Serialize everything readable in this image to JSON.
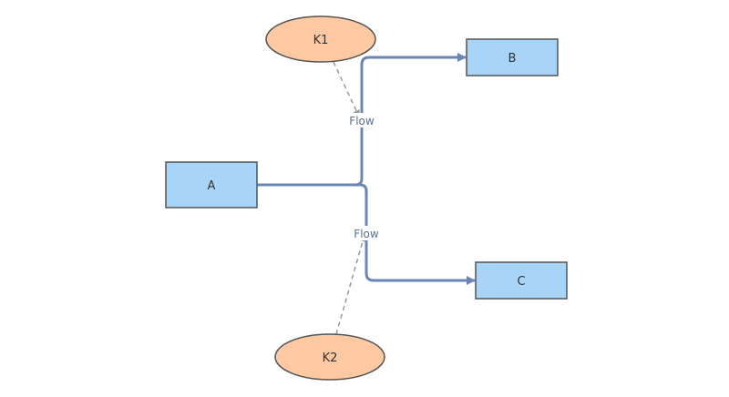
{
  "colors": {
    "box_fill": "#a8d4f7",
    "box_stroke": "#555555",
    "ellipse_fill": "#fcc9a3",
    "ellipse_stroke": "#555555",
    "flow_stroke": "#6b86b6",
    "control_stroke": "#999999",
    "background": "#ffffff"
  },
  "nodes": {
    "a": "A",
    "b": "B",
    "c": "C",
    "k1": "K1",
    "k2": "K2"
  },
  "edges": {
    "flow_ab": "Flow",
    "flow_ac": "Flow"
  }
}
